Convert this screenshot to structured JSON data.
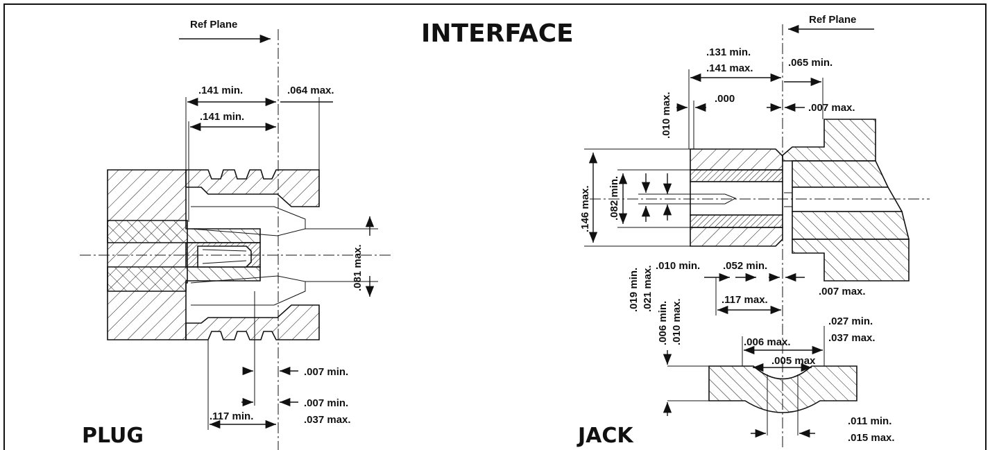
{
  "title": "INTERFACE",
  "plug": {
    "heading": "PLUG",
    "ref_plane": "Ref Plane",
    "dims": {
      "d1": ".141 min.",
      "d2": ".064 max.",
      "d3": ".141 min.",
      "d4": ".081 max.",
      "d5": ".007 min.",
      "d6": ".007 min.",
      "d7": ".037 max.",
      "d8": ".117 min."
    }
  },
  "jack": {
    "heading": "JACK",
    "ref_plane": "Ref Plane",
    "dims": {
      "d1": ".131 min.",
      "d2": ".141 max.",
      "d3": ".065 min.",
      "d4": ".010 max.",
      "d5": ".000",
      "d6": ".007 max.",
      "d7": ".146 max.",
      "d8": ".082 min.",
      "d9": ".019 min.",
      "d10": ".021 max.",
      "d11": ".010 min.",
      "d12": ".052 min.",
      "d13": ".007 max.",
      "d14": ".006 min.",
      "d15": ".010 max.",
      "d16": ".117 max.",
      "d17": ".027 min.",
      "d18": ".037 max.",
      "d19": ".006 max.",
      "d20": ".005 max",
      "d21": ".011 min.",
      "d22": ".015 max."
    }
  }
}
